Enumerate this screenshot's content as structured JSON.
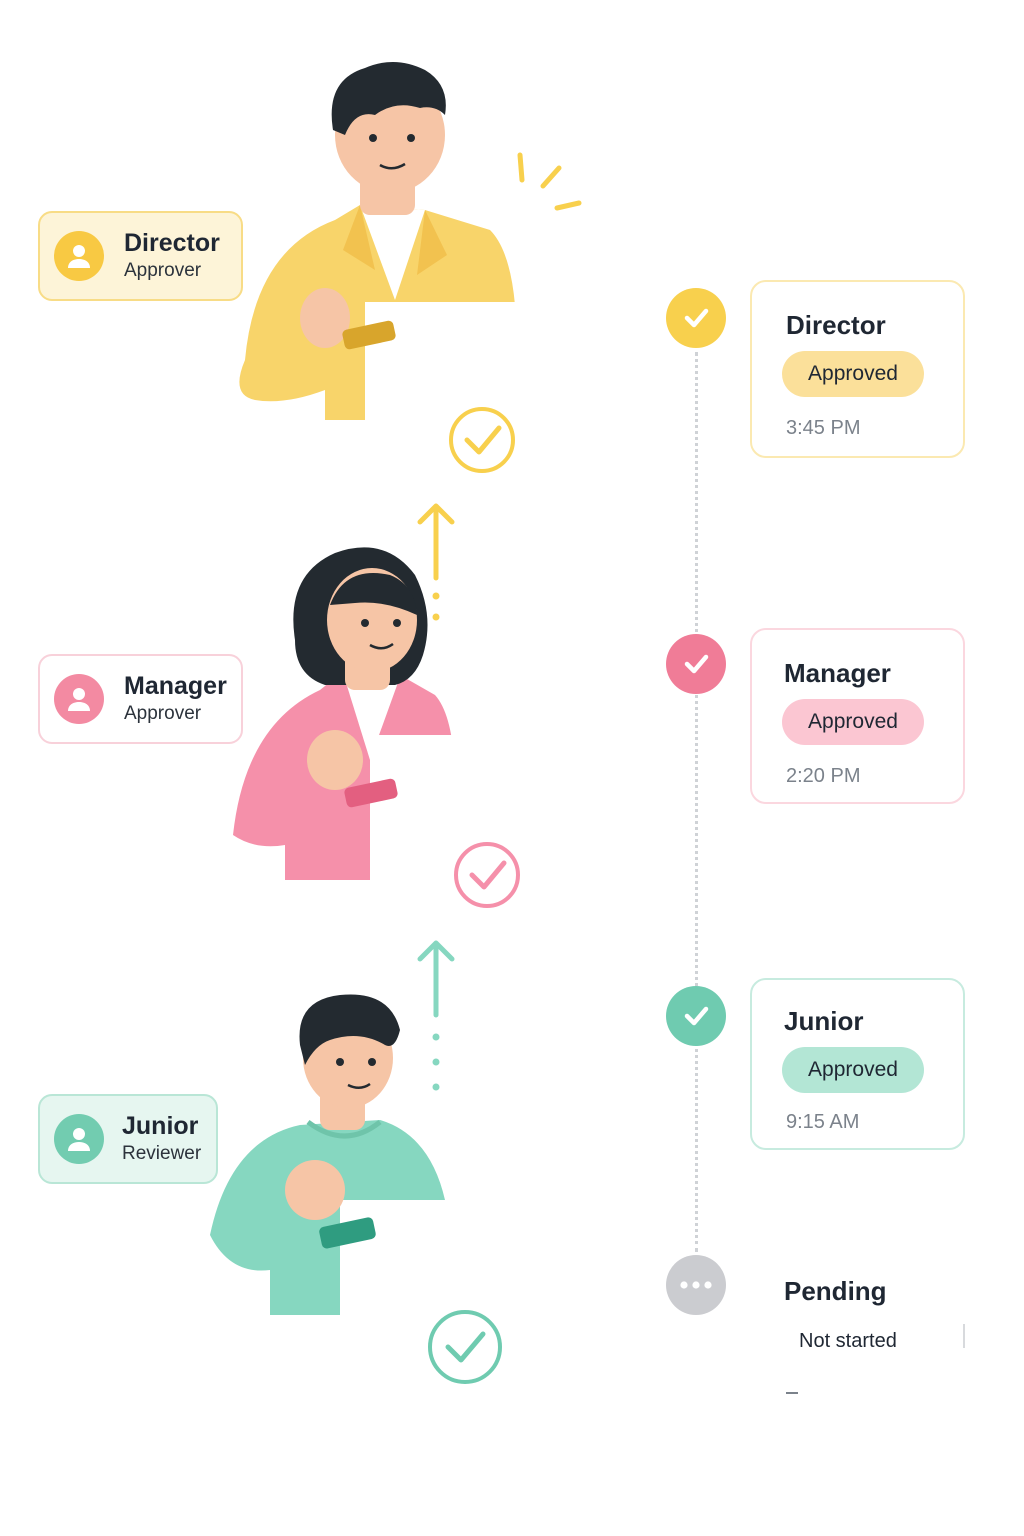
{
  "colors": {
    "director": "#f8d46a",
    "director_light": "#fdf3d2",
    "manager": "#f3849c",
    "manager_light": "#fbd4dc",
    "junior": "#7fd4b9",
    "junior_light": "#d2f0e6",
    "pending": "#c9cacd",
    "text_dark": "#1f2733",
    "text_muted": "#7b828b"
  },
  "roles": [
    {
      "title": "Director",
      "subtitle": "Approver",
      "icon": "user-avatar-icon"
    },
    {
      "title": "Manager",
      "subtitle": "Approver",
      "icon": "user-avatar-icon"
    },
    {
      "title": "Junior",
      "subtitle": "Reviewer",
      "icon": "user-avatar-icon"
    }
  ],
  "timeline": [
    {
      "title": "Director",
      "status": "Approved",
      "time": "3:45 PM",
      "icon": "check-icon"
    },
    {
      "title": "Manager",
      "status": "Approved",
      "time": "2:20 PM",
      "icon": "check-icon"
    },
    {
      "title": "Junior",
      "status": "Approved",
      "time": "9:15 AM",
      "icon": "check-icon"
    },
    {
      "title": "Pending",
      "status": "Not started",
      "time": "",
      "icon": "ellipsis-icon"
    }
  ]
}
